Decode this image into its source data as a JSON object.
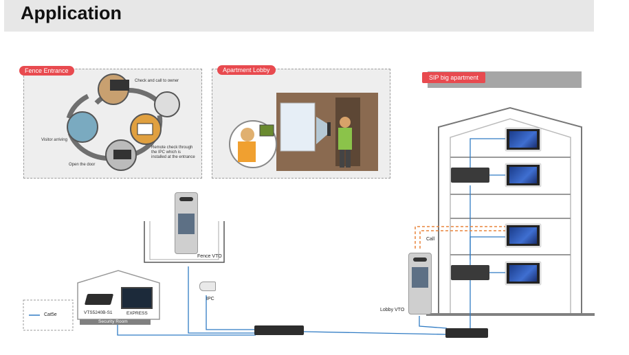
{
  "title": "Application",
  "fence": {
    "tag": "Fence Entrance",
    "steps": [
      "Check and call to owner",
      "Visitor arriving",
      "Remote check through the IPC which is installed at the entrance",
      "Open the door"
    ]
  },
  "lobby": {
    "tag": "Apartment Lobby"
  },
  "sip": {
    "tag": "SIP big apartment"
  },
  "devices": {
    "fence_vto": "Fence VTO",
    "ipc": "IPC",
    "lobby_vto": "Lobby VTO",
    "call": "Call",
    "vts": "VTS5240B-S1",
    "express": "EXPRESS",
    "security_room": "Security Room"
  },
  "legend": {
    "cat5e": "Cat5e"
  },
  "colors": {
    "accent": "#e84a4f",
    "cable": "#2f7bc4",
    "call": "#e8833a"
  }
}
